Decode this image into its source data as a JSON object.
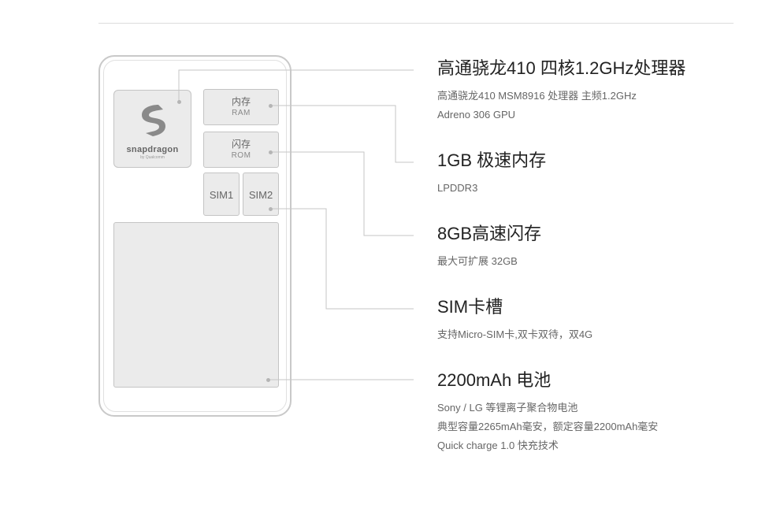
{
  "diagram": {
    "chips": {
      "cpu": {
        "brand": "snapdragon",
        "byline": "by Qualcomm"
      },
      "ram": {
        "title": "内存",
        "subtitle": "RAM"
      },
      "rom": {
        "title": "闪存",
        "subtitle": "ROM"
      },
      "sim1": {
        "label": "SIM1"
      },
      "sim2": {
        "label": "SIM2"
      }
    }
  },
  "specs": [
    {
      "title": "高通骁龙410 四核1.2GHz处理器",
      "lines": [
        "高通骁龙410 MSM8916 处理器 主频1.2GHz",
        "Adreno 306 GPU"
      ]
    },
    {
      "title": "1GB 极速内存",
      "lines": [
        "LPDDR3"
      ]
    },
    {
      "title": "8GB高速闪存",
      "lines": [
        "最大可扩展 32GB"
      ]
    },
    {
      "title": "SIM卡槽",
      "lines": [
        "支持Micro-SIM卡,双卡双待，双4G"
      ]
    },
    {
      "title": "2200mAh 电池",
      "lines": [
        "Sony / LG 等锂离子聚合物电池",
        "典型容量2265mAh毫安，额定容量2200mAh毫安",
        "Quick charge 1.0 快充技术"
      ]
    }
  ],
  "colors": {
    "chip_fill": "#ebebeb",
    "chip_border": "#c4c4c4",
    "line": "#c6c6c6",
    "heading": "#222222",
    "text": "#666666"
  }
}
